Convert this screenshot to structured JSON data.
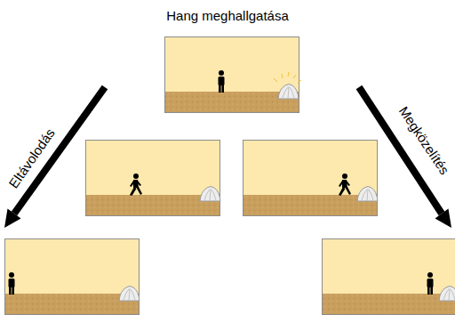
{
  "diagram": {
    "title": "Hang meghallgatása",
    "labels": [
      "Eltávolodás",
      "Megközelítés"
    ]
  }
}
